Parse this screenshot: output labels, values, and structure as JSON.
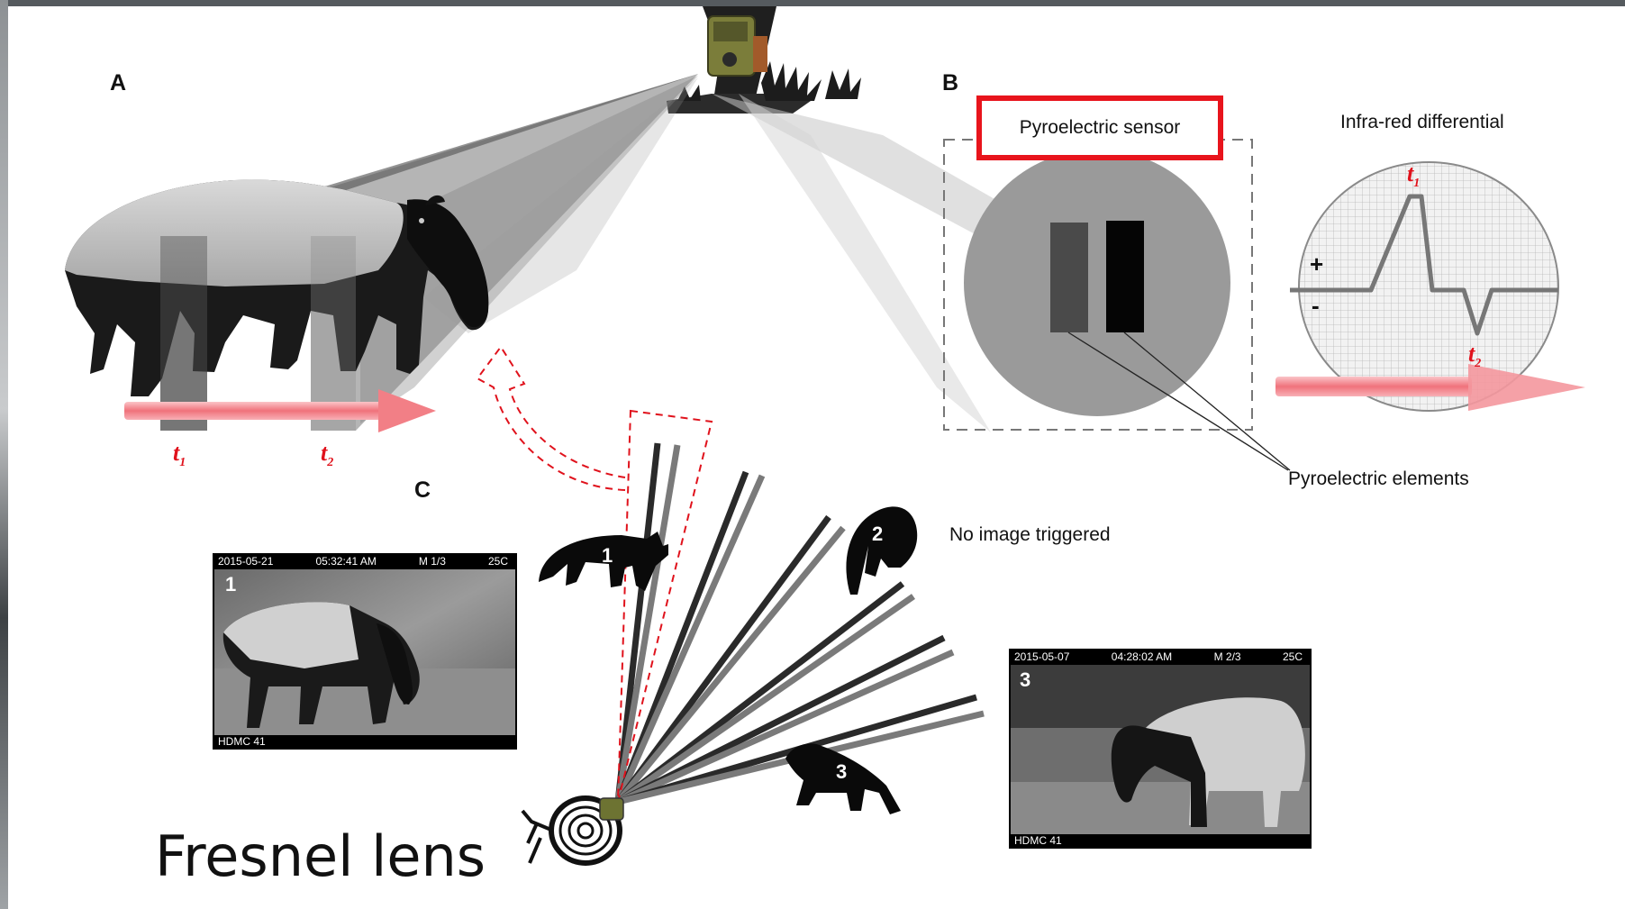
{
  "panels": {
    "a": "A",
    "b": "B",
    "c": "C"
  },
  "sensor": {
    "title": "Pyroelectric sensor",
    "elements_label": "Pyroelectric elements"
  },
  "graph": {
    "title": "Infra-red differential",
    "plus": "+",
    "minus": "-",
    "t1": "t",
    "t1_sub": "1",
    "t2": "t",
    "t2_sub": "2"
  },
  "timeline": {
    "t1": "t",
    "t1_sub": "1",
    "t2": "t",
    "t2_sub": "2"
  },
  "detection": {
    "no_image": "No image triggered",
    "animal_1": "1",
    "animal_2": "2",
    "animal_3": "3"
  },
  "photos": [
    {
      "date": "2015-05-21",
      "time": "05:32:41 AM",
      "mode": "M 1/3",
      "temp": "25C",
      "camera": "HDMC 41",
      "number": "1"
    },
    {
      "date": "2015-05-07",
      "time": "04:28:02 AM",
      "mode": "M 2/3",
      "temp": "25C",
      "camera": "HDMC 41",
      "number": "3"
    }
  ],
  "fresnel_label": "Fresnel lens",
  "colors": {
    "accent_red": "#e8141c",
    "arrow_pink": "#f27f86"
  }
}
